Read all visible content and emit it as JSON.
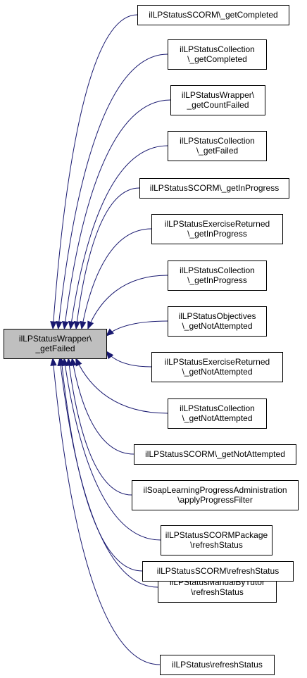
{
  "focus_node": {
    "lines": [
      "ilLPStatusWrapper\\",
      "_getFailed"
    ]
  },
  "caller_nodes": [
    {
      "lines": [
        "ilLPStatusSCORM\\_getCompleted"
      ]
    },
    {
      "lines": [
        "ilLPStatusCollection",
        "\\_getCompleted"
      ]
    },
    {
      "lines": [
        "ilLPStatusWrapper\\",
        "_getCountFailed"
      ]
    },
    {
      "lines": [
        "ilLPStatusCollection",
        "\\_getFailed"
      ]
    },
    {
      "lines": [
        "ilLPStatusSCORM\\_getInProgress"
      ]
    },
    {
      "lines": [
        "ilLPStatusExerciseReturned",
        "\\_getInProgress"
      ]
    },
    {
      "lines": [
        "ilLPStatusCollection",
        "\\_getInProgress"
      ]
    },
    {
      "lines": [
        "ilLPStatusObjectives",
        "\\_getNotAttempted"
      ]
    },
    {
      "lines": [
        "ilLPStatusExerciseReturned",
        "\\_getNotAttempted"
      ]
    },
    {
      "lines": [
        "ilLPStatusCollection",
        "\\_getNotAttempted"
      ]
    },
    {
      "lines": [
        "ilLPStatusSCORM\\_getNotAttempted"
      ]
    },
    {
      "lines": [
        "ilSoapLearningProgressAdministration",
        "\\applyProgressFilter"
      ]
    },
    {
      "lines": [
        "ilLPStatusSCORMPackage",
        "\\refreshStatus"
      ]
    },
    {
      "lines": [
        "ilLPStatusManualByTutor",
        "\\refreshStatus"
      ]
    },
    {
      "lines": [
        "ilLPStatusSCORM\\refreshStatus"
      ]
    },
    {
      "lines": [
        "ilLPStatus\\refreshStatus"
      ]
    }
  ],
  "colors": {
    "edge": "#191970",
    "focus_fill": "#bfbfbf",
    "node_fill": "#ffffff",
    "border": "#000000"
  }
}
